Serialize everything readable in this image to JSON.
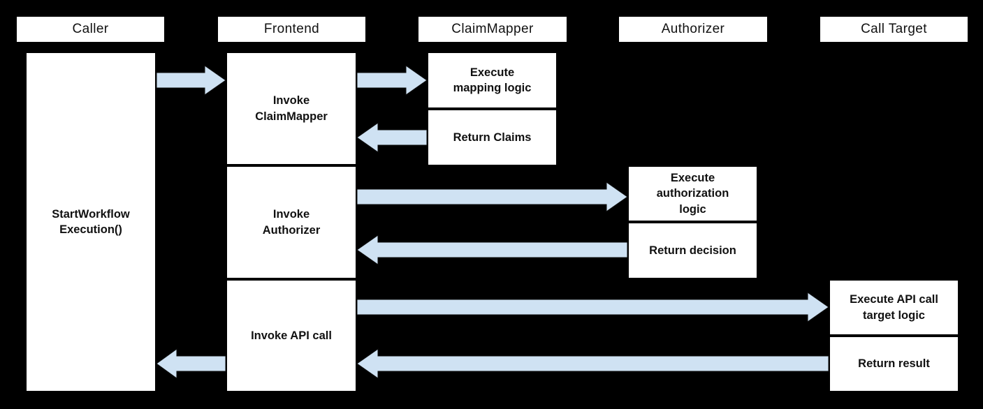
{
  "colors": {
    "background": "#000000",
    "box_fill": "#ffffff",
    "box_border": "#000000",
    "arrow_fill": "#cfe2f3",
    "text": "#111111"
  },
  "lanes": [
    {
      "label": "Caller"
    },
    {
      "label": "Frontend"
    },
    {
      "label": "ClaimMapper"
    },
    {
      "label": "Authorizer"
    },
    {
      "label": "Call Target"
    }
  ],
  "nodes": {
    "start_workflow": "StartWorkflow\nExecution()",
    "invoke_claimmapper": "Invoke\nClaimMapper",
    "invoke_authorizer": "Invoke\nAuthorizer",
    "invoke_api_call": "Invoke API call",
    "execute_mapping": "Execute\nmapping logic",
    "return_claims": "Return Claims",
    "execute_authorization": "Execute\nauthorization\nlogic",
    "return_decision": "Return decision",
    "execute_api_target": "Execute API call\ntarget logic",
    "return_result": "Return result"
  },
  "arrows": [
    {
      "from": "Caller",
      "to": "Frontend",
      "direction": "right"
    },
    {
      "from": "Frontend",
      "to": "ClaimMapper",
      "direction": "right"
    },
    {
      "from": "ClaimMapper",
      "to": "Frontend",
      "direction": "left"
    },
    {
      "from": "Frontend",
      "to": "Authorizer",
      "direction": "right"
    },
    {
      "from": "Authorizer",
      "to": "Frontend",
      "direction": "left"
    },
    {
      "from": "Frontend",
      "to": "Call Target",
      "direction": "right"
    },
    {
      "from": "Call Target",
      "to": "Frontend",
      "direction": "left"
    },
    {
      "from": "Frontend",
      "to": "Caller",
      "direction": "left"
    }
  ]
}
